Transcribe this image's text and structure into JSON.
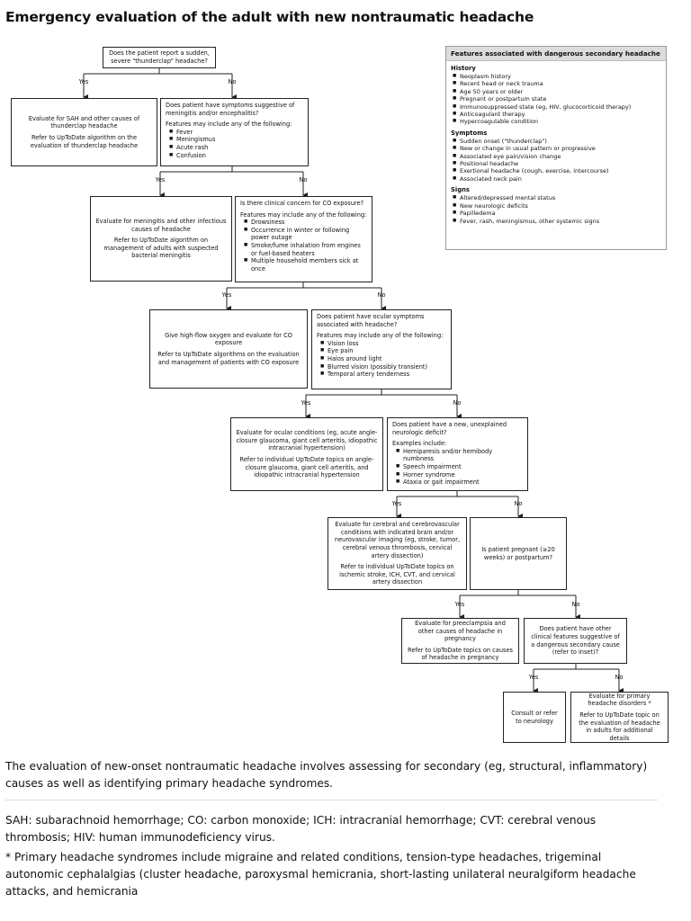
{
  "title": "Emergency evaluation of the adult with new nontraumatic headache",
  "labels": {
    "yes": "Yes",
    "no": "No"
  },
  "q1": "Does the patient report a sudden, severe \"thunderclap\" headache?",
  "sah": {
    "line1": "Evaluate for SAH and other causes of thunderclap headache",
    "line2": "Refer to UpToDate algorithm on the evaluation of thunderclap headache"
  },
  "q2": {
    "question": "Does patient have symptoms suggestive of meningitis and/or encephalitis?",
    "intro": "Features may include any of the following:",
    "items": [
      "Fever",
      "Meningismus",
      "Acute rash",
      "Confusion"
    ]
  },
  "meningitis": {
    "line1": "Evaluate for meningitis and other infectious causes of headache",
    "line2": "Refer to UpToDate algorithm on management of adults with suspected bacterial meningitis"
  },
  "q3": {
    "question": "Is there clinical concern for CO exposure?",
    "intro": "Features may include any of the following:",
    "items": [
      "Drowsiness",
      "Occurrence in winter or following power outage",
      "Smoke/fume inhalation from engines or fuel-based heaters",
      "Multiple household members sick at once"
    ]
  },
  "co": {
    "line1": "Give high-flow oxygen and evaluate for CO exposure",
    "line2": "Refer to UpToDate algorithms on the evaluation and management of patients with CO exposure"
  },
  "q4": {
    "question": "Does patient have ocular symptoms associated with headache?",
    "intro": "Features may include any of the following:",
    "items": [
      "Vision loss",
      "Eye pain",
      "Halos around light",
      "Blurred vision (possibly transient)",
      "Temporal artery tenderness"
    ]
  },
  "ocular": {
    "line1": "Evaluate for ocular conditions (eg, acute angle-closure glaucoma, giant cell arteritis, idiopathic intracranial hypertension)",
    "line2": "Refer to individual UpToDate topics on angle-closure glaucoma, giant cell arteritis, and idiopathic intracranial hypertension"
  },
  "q5": {
    "question": "Does patient have a new, unexplained neurologic deficit?",
    "intro": "Examples include:",
    "items": [
      "Hemiparesis and/or hemibody numbness",
      "Speech impairment",
      "Horner syndrome",
      "Ataxia or gait impairment"
    ]
  },
  "cerebral": {
    "line1": "Evaluate for cerebral and cerebrovascular conditions with indicated brain and/or neurovascular imaging (eg, stroke, tumor, cerebral venous thrombosis, cervical artery dissection)",
    "line2": "Refer to individual UpToDate topics on ischemic stroke, ICH, CVT, and cervical artery dissection"
  },
  "q6": "Is patient pregnant (≥20 weeks) or postpartum?",
  "preeclampsia": {
    "line1": "Evaluate for preeclampsia and other causes of headache in pregnancy",
    "line2": "Refer to UpToDate topics on causes of headache in pregnancy"
  },
  "q7": "Does patient have other clinical features suggestive of a dangerous secondary cause (refer to inset)?",
  "neurology": "Consult or refer to neurology",
  "primary": {
    "line1": "Evaluate for primary headache disorders *",
    "line2": "Refer to UpToDate topic on the evaluation of headache in adults for additional details"
  },
  "inset": {
    "title": "Features associated with dangerous secondary headache",
    "sections": [
      {
        "heading": "History",
        "items": [
          "Neoplasm history",
          "Recent head or neck trauma",
          "Age 50 years or older",
          "Pregnant or postpartum state",
          "Immunosuppressed state (eg, HIV, glucocorticoid therapy)",
          "Anticoagulant therapy",
          "Hypercoagulable condition"
        ]
      },
      {
        "heading": "Symptoms",
        "items": [
          "Sudden onset (\"thunderclap\")",
          "New or change in usual pattern or progressive",
          "Associated eye pain/vision change",
          "Positional headache",
          "Exertional headache (cough, exercise, intercourse)",
          "Associated neck pain"
        ]
      },
      {
        "heading": "Signs",
        "items": [
          "Altered/depressed mental status",
          "New neurologic deficits",
          "Papilledema",
          "Fever, rash, meningismus, other systemic signs"
        ]
      }
    ]
  },
  "caption": "The evaluation of new-onset nontraumatic headache involves assessing for secondary (eg, structural, inflammatory) causes as well as identifying primary headache syndromes.",
  "abbreviations": "SAH: subarachnoid hemorrhage; CO: carbon monoxide; ICH: intracranial hemorrhage; CVT: cerebral venous thrombosis; HIV: human immunodeficiency virus.",
  "footnote": "* Primary headache syndromes include migraine and related conditions, tension-type headaches, trigeminal autonomic cephalalgias (cluster headache, paroxysmal hemicrania, short-lasting unilateral neuralgiform headache attacks, and hemicrania"
}
